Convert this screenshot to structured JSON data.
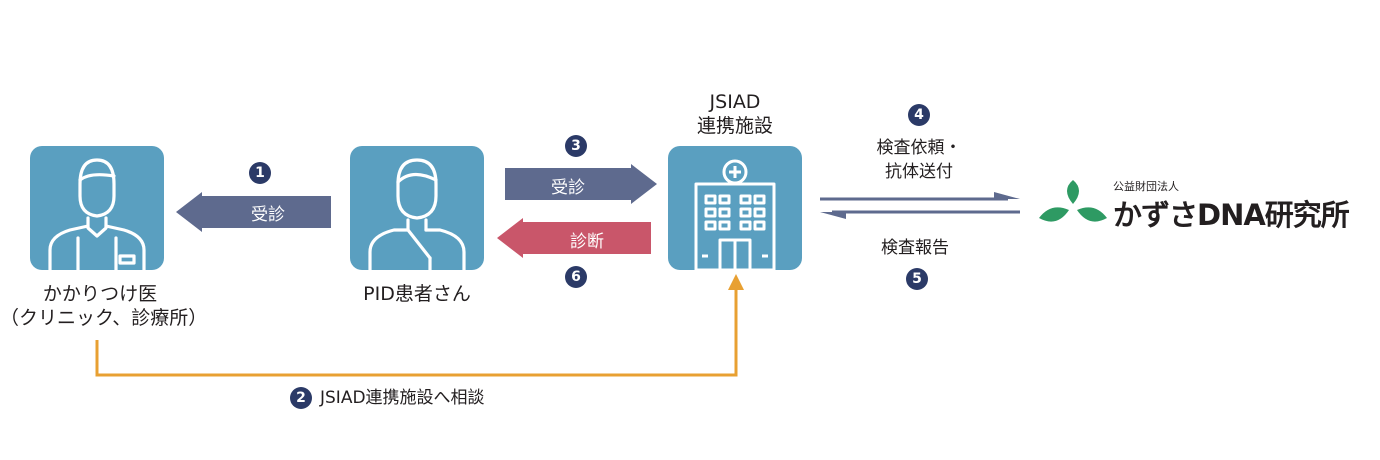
{
  "nodes": {
    "doctor": {
      "label_line1": "かかりつけ医",
      "label_line2": "（クリニック、診療所）"
    },
    "patient": {
      "label": "PID患者さん"
    },
    "hospital": {
      "title_line1": "JSIAD",
      "title_line2": "連携施設"
    },
    "lab": {
      "name": "かずさDNA研究所",
      "subtitle": "公益財団法人"
    }
  },
  "steps": {
    "s1": {
      "num": "1",
      "text": "受診"
    },
    "s2": {
      "num": "2",
      "text": "JSIAD連携施設へ相談"
    },
    "s3": {
      "num": "3",
      "text": "受診"
    },
    "s4": {
      "num": "4",
      "text_line1": "検査依頼・",
      "text_line2": "抗体送付"
    },
    "s5": {
      "num": "5",
      "text": "検査報告"
    },
    "s6": {
      "num": "6",
      "text": "診断"
    }
  },
  "colors": {
    "tile": "#5a9fc0",
    "arrow_slate": "#5e6a8e",
    "arrow_red": "#c9566a",
    "arrow_orange": "#e8a032",
    "badge": "#2b3a67",
    "lab_green": "#2e9a63"
  }
}
